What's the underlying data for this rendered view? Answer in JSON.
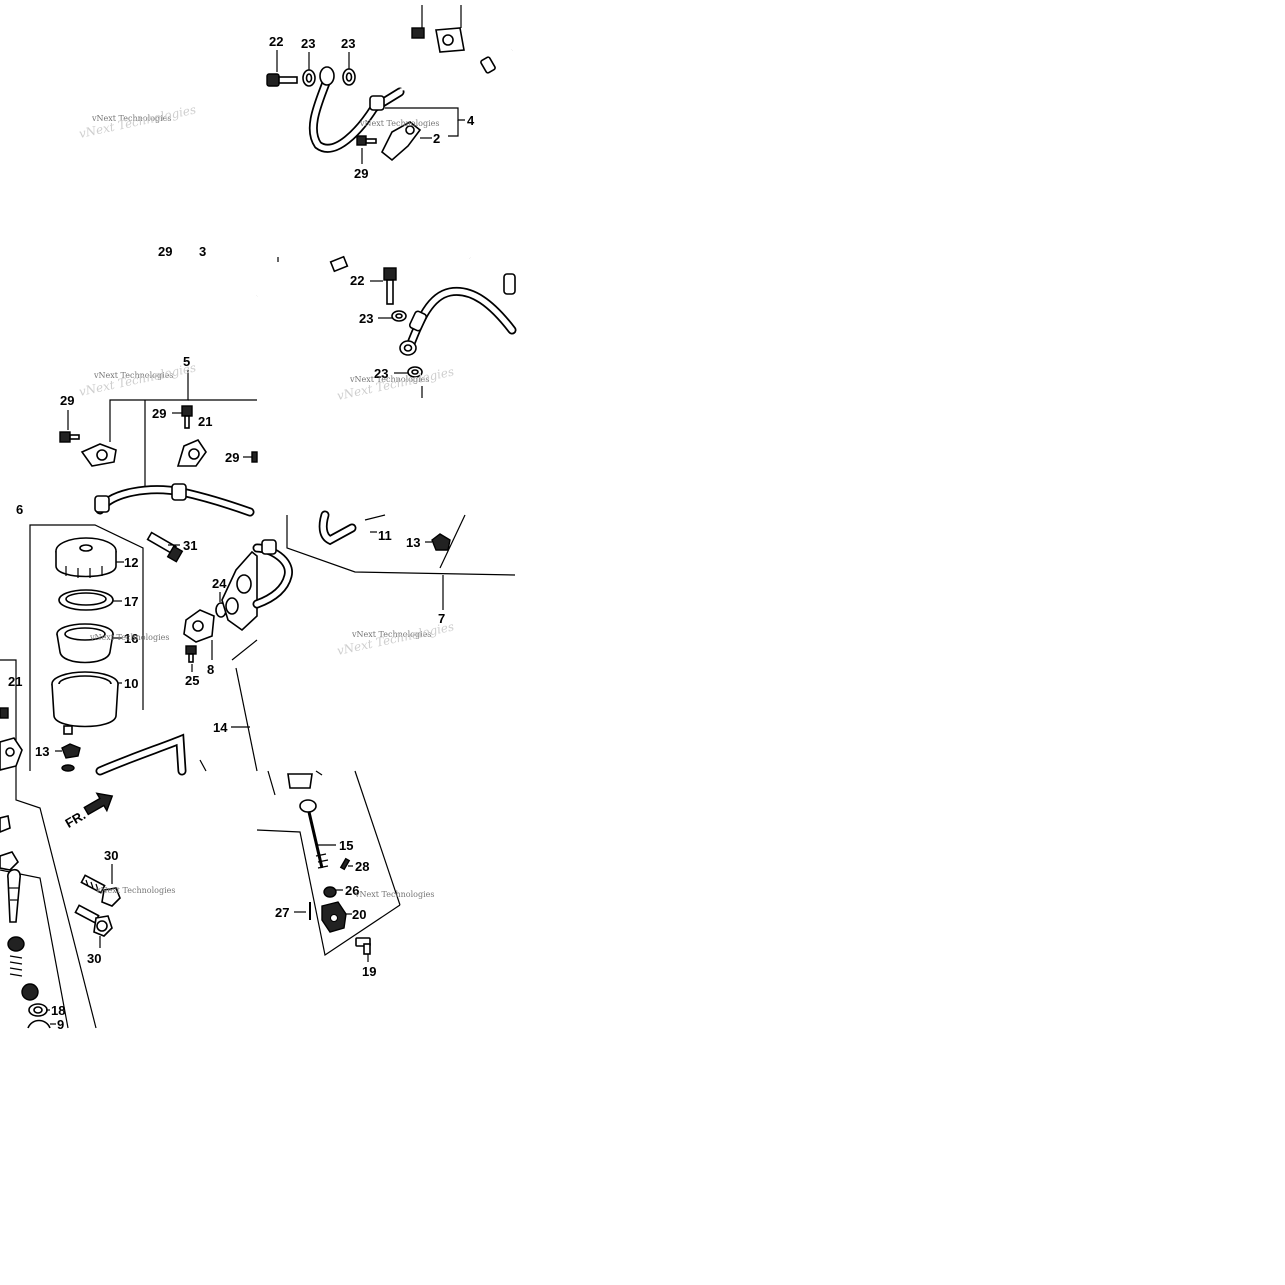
{
  "labels": {
    "l1": "22",
    "l2": "23",
    "l3": "23",
    "l4": "4",
    "l5": "2",
    "l6": "29",
    "l7": "29",
    "l8": "3",
    "l9": "22",
    "l10": "23",
    "l11": "23",
    "l12": "5",
    "l13": "29",
    "l14": "29",
    "l15": "21",
    "l16": "29",
    "l17": "6",
    "l18": "31",
    "l19": "12",
    "l20": "17",
    "l21": "16",
    "l22": "10",
    "l23": "24",
    "l24": "8",
    "l25": "25",
    "l26": "21",
    "l27": "13",
    "l28": "14",
    "l29": "11",
    "l30": "13",
    "l31": "7",
    "l32": "30",
    "l33": "30",
    "l34": "18",
    "l35": "9",
    "l36": "15",
    "l37": "28",
    "l38": "26",
    "l39": "27",
    "l40": "20",
    "l41": "19"
  },
  "direction_arrow": "FR.",
  "watermark": "vNext Technologies"
}
